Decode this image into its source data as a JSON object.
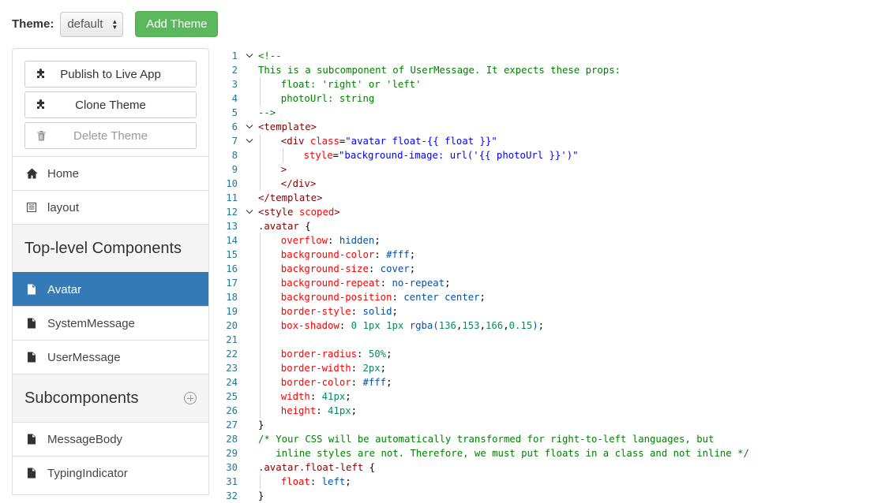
{
  "header": {
    "theme_label": "Theme:",
    "theme_select_value": "default",
    "add_theme_label": "Add Theme"
  },
  "sidebar": {
    "actions": [
      {
        "label": "Publish to Live App",
        "icon": "puzzle-icon",
        "disabled": false
      },
      {
        "label": "Clone Theme",
        "icon": "puzzle-icon",
        "disabled": false
      },
      {
        "label": "Delete Theme",
        "icon": "trash-icon",
        "disabled": true
      }
    ],
    "nav": [
      {
        "label": "Home",
        "icon": "home-icon"
      },
      {
        "label": "layout",
        "icon": "layout-icon"
      }
    ],
    "top_level_header": "Top-level Components",
    "top_level_items": [
      {
        "label": "Avatar",
        "active": true
      },
      {
        "label": "SystemMessage",
        "active": false
      },
      {
        "label": "UserMessage",
        "active": false
      }
    ],
    "subcomponents_header": "Subcomponents",
    "subcomponent_items": [
      {
        "label": "MessageBody"
      },
      {
        "label": "TypingIndicator"
      }
    ]
  },
  "editor": {
    "lines": [
      {
        "n": "1",
        "fold": true,
        "indent": 0,
        "tokens": [
          [
            "cm",
            "<!--"
          ]
        ]
      },
      {
        "n": "2",
        "fold": false,
        "indent": 0,
        "tokens": [
          [
            "cm",
            "This is a subcomponent of UserMessage. It expects these props:"
          ]
        ]
      },
      {
        "n": "3",
        "fold": false,
        "indent": 1,
        "tokens": [
          [
            "cm",
            "float: 'right' or 'left'"
          ]
        ]
      },
      {
        "n": "4",
        "fold": false,
        "indent": 1,
        "tokens": [
          [
            "cm",
            "photoUrl: string"
          ]
        ]
      },
      {
        "n": "5",
        "fold": false,
        "indent": 0,
        "tokens": [
          [
            "cm",
            "-->"
          ]
        ]
      },
      {
        "n": "6",
        "fold": true,
        "indent": 0,
        "tokens": [
          [
            "tag",
            "<template>"
          ]
        ]
      },
      {
        "n": "7",
        "fold": true,
        "indent": 1,
        "tokens": [
          [
            "tag",
            "<div "
          ],
          [
            "attr",
            "class"
          ],
          [
            "pun",
            "="
          ],
          [
            "str",
            "\"avatar float-{{ float }}\""
          ]
        ]
      },
      {
        "n": "8",
        "fold": false,
        "indent": 2,
        "tokens": [
          [
            "attr",
            "style"
          ],
          [
            "pun",
            "="
          ],
          [
            "str",
            "\"background-image: url('{{ photoUrl }}')\""
          ]
        ]
      },
      {
        "n": "9",
        "fold": false,
        "indent": 1,
        "tokens": [
          [
            "tag",
            ">"
          ]
        ]
      },
      {
        "n": "10",
        "fold": false,
        "indent": 1,
        "tokens": [
          [
            "tag",
            "</div>"
          ]
        ]
      },
      {
        "n": "11",
        "fold": false,
        "indent": 0,
        "tokens": [
          [
            "tag",
            "</template>"
          ]
        ]
      },
      {
        "n": "12",
        "fold": true,
        "indent": 0,
        "tokens": [
          [
            "tag",
            "<style "
          ],
          [
            "attr",
            "scoped"
          ],
          [
            "tag",
            ">"
          ]
        ]
      },
      {
        "n": "13",
        "fold": false,
        "indent": 0,
        "tokens": [
          [
            "sel",
            ".avatar"
          ],
          [
            "pun",
            " {"
          ]
        ]
      },
      {
        "n": "14",
        "fold": false,
        "indent": 1,
        "tokens": [
          [
            "prop",
            "overflow"
          ],
          [
            "pun",
            ": "
          ],
          [
            "val",
            "hidden"
          ],
          [
            "pun",
            ";"
          ]
        ]
      },
      {
        "n": "15",
        "fold": false,
        "indent": 1,
        "tokens": [
          [
            "prop",
            "background-color"
          ],
          [
            "pun",
            ": "
          ],
          [
            "val",
            "#fff"
          ],
          [
            "pun",
            ";"
          ]
        ]
      },
      {
        "n": "16",
        "fold": false,
        "indent": 1,
        "tokens": [
          [
            "prop",
            "background-size"
          ],
          [
            "pun",
            ": "
          ],
          [
            "val",
            "cover"
          ],
          [
            "pun",
            ";"
          ]
        ]
      },
      {
        "n": "17",
        "fold": false,
        "indent": 1,
        "tokens": [
          [
            "prop",
            "background-repeat"
          ],
          [
            "pun",
            ": "
          ],
          [
            "val",
            "no-repeat"
          ],
          [
            "pun",
            ";"
          ]
        ]
      },
      {
        "n": "18",
        "fold": false,
        "indent": 1,
        "tokens": [
          [
            "prop",
            "background-position"
          ],
          [
            "pun",
            ": "
          ],
          [
            "val",
            "center center"
          ],
          [
            "pun",
            ";"
          ]
        ]
      },
      {
        "n": "19",
        "fold": false,
        "indent": 1,
        "tokens": [
          [
            "prop",
            "border-style"
          ],
          [
            "pun",
            ": "
          ],
          [
            "val",
            "solid"
          ],
          [
            "pun",
            ";"
          ]
        ]
      },
      {
        "n": "20",
        "fold": false,
        "indent": 1,
        "tokens": [
          [
            "prop",
            "box-shadow"
          ],
          [
            "pun",
            ": "
          ],
          [
            "num",
            "0 1px 1px "
          ],
          [
            "val",
            "rgba("
          ],
          [
            "num",
            "136"
          ],
          [
            "pun",
            ","
          ],
          [
            "num",
            "153"
          ],
          [
            "pun",
            ","
          ],
          [
            "num",
            "166"
          ],
          [
            "pun",
            ","
          ],
          [
            "num",
            "0.15"
          ],
          [
            "val",
            ")"
          ],
          [
            "pun",
            ";"
          ]
        ]
      },
      {
        "n": "21",
        "fold": false,
        "indent": 1,
        "tokens": []
      },
      {
        "n": "22",
        "fold": false,
        "indent": 1,
        "tokens": [
          [
            "prop",
            "border-radius"
          ],
          [
            "pun",
            ": "
          ],
          [
            "num",
            "50%"
          ],
          [
            "pun",
            ";"
          ]
        ]
      },
      {
        "n": "23",
        "fold": false,
        "indent": 1,
        "tokens": [
          [
            "prop",
            "border-width"
          ],
          [
            "pun",
            ": "
          ],
          [
            "num",
            "2px"
          ],
          [
            "pun",
            ";"
          ]
        ]
      },
      {
        "n": "24",
        "fold": false,
        "indent": 1,
        "tokens": [
          [
            "prop",
            "border-color"
          ],
          [
            "pun",
            ": "
          ],
          [
            "val",
            "#fff"
          ],
          [
            "pun",
            ";"
          ]
        ]
      },
      {
        "n": "25",
        "fold": false,
        "indent": 1,
        "tokens": [
          [
            "prop",
            "width"
          ],
          [
            "pun",
            ": "
          ],
          [
            "num",
            "41px"
          ],
          [
            "pun",
            ";"
          ]
        ]
      },
      {
        "n": "26",
        "fold": false,
        "indent": 1,
        "tokens": [
          [
            "prop",
            "height"
          ],
          [
            "pun",
            ": "
          ],
          [
            "num",
            "41px"
          ],
          [
            "pun",
            ";"
          ]
        ]
      },
      {
        "n": "27",
        "fold": false,
        "indent": 0,
        "tokens": [
          [
            "pun",
            "}"
          ]
        ]
      },
      {
        "n": "28",
        "fold": false,
        "indent": 0,
        "tokens": [
          [
            "cm",
            "/* Your CSS will be automatically transformed for right-to-left languages, but"
          ]
        ]
      },
      {
        "n": "29",
        "fold": false,
        "indent": 0,
        "tokens": [
          [
            "cm",
            "   inline styles are not. Therefore, we must put floats in a class and not inline */"
          ]
        ]
      },
      {
        "n": "30",
        "fold": false,
        "indent": 0,
        "tokens": [
          [
            "sel",
            ".avatar.float-left"
          ],
          [
            "pun",
            " {"
          ]
        ]
      },
      {
        "n": "31",
        "fold": false,
        "indent": 1,
        "tokens": [
          [
            "prop",
            "float"
          ],
          [
            "pun",
            ": "
          ],
          [
            "val",
            "left"
          ],
          [
            "pun",
            ";"
          ]
        ]
      },
      {
        "n": "32",
        "fold": false,
        "indent": 0,
        "tokens": [
          [
            "pun",
            "}"
          ]
        ]
      }
    ]
  }
}
